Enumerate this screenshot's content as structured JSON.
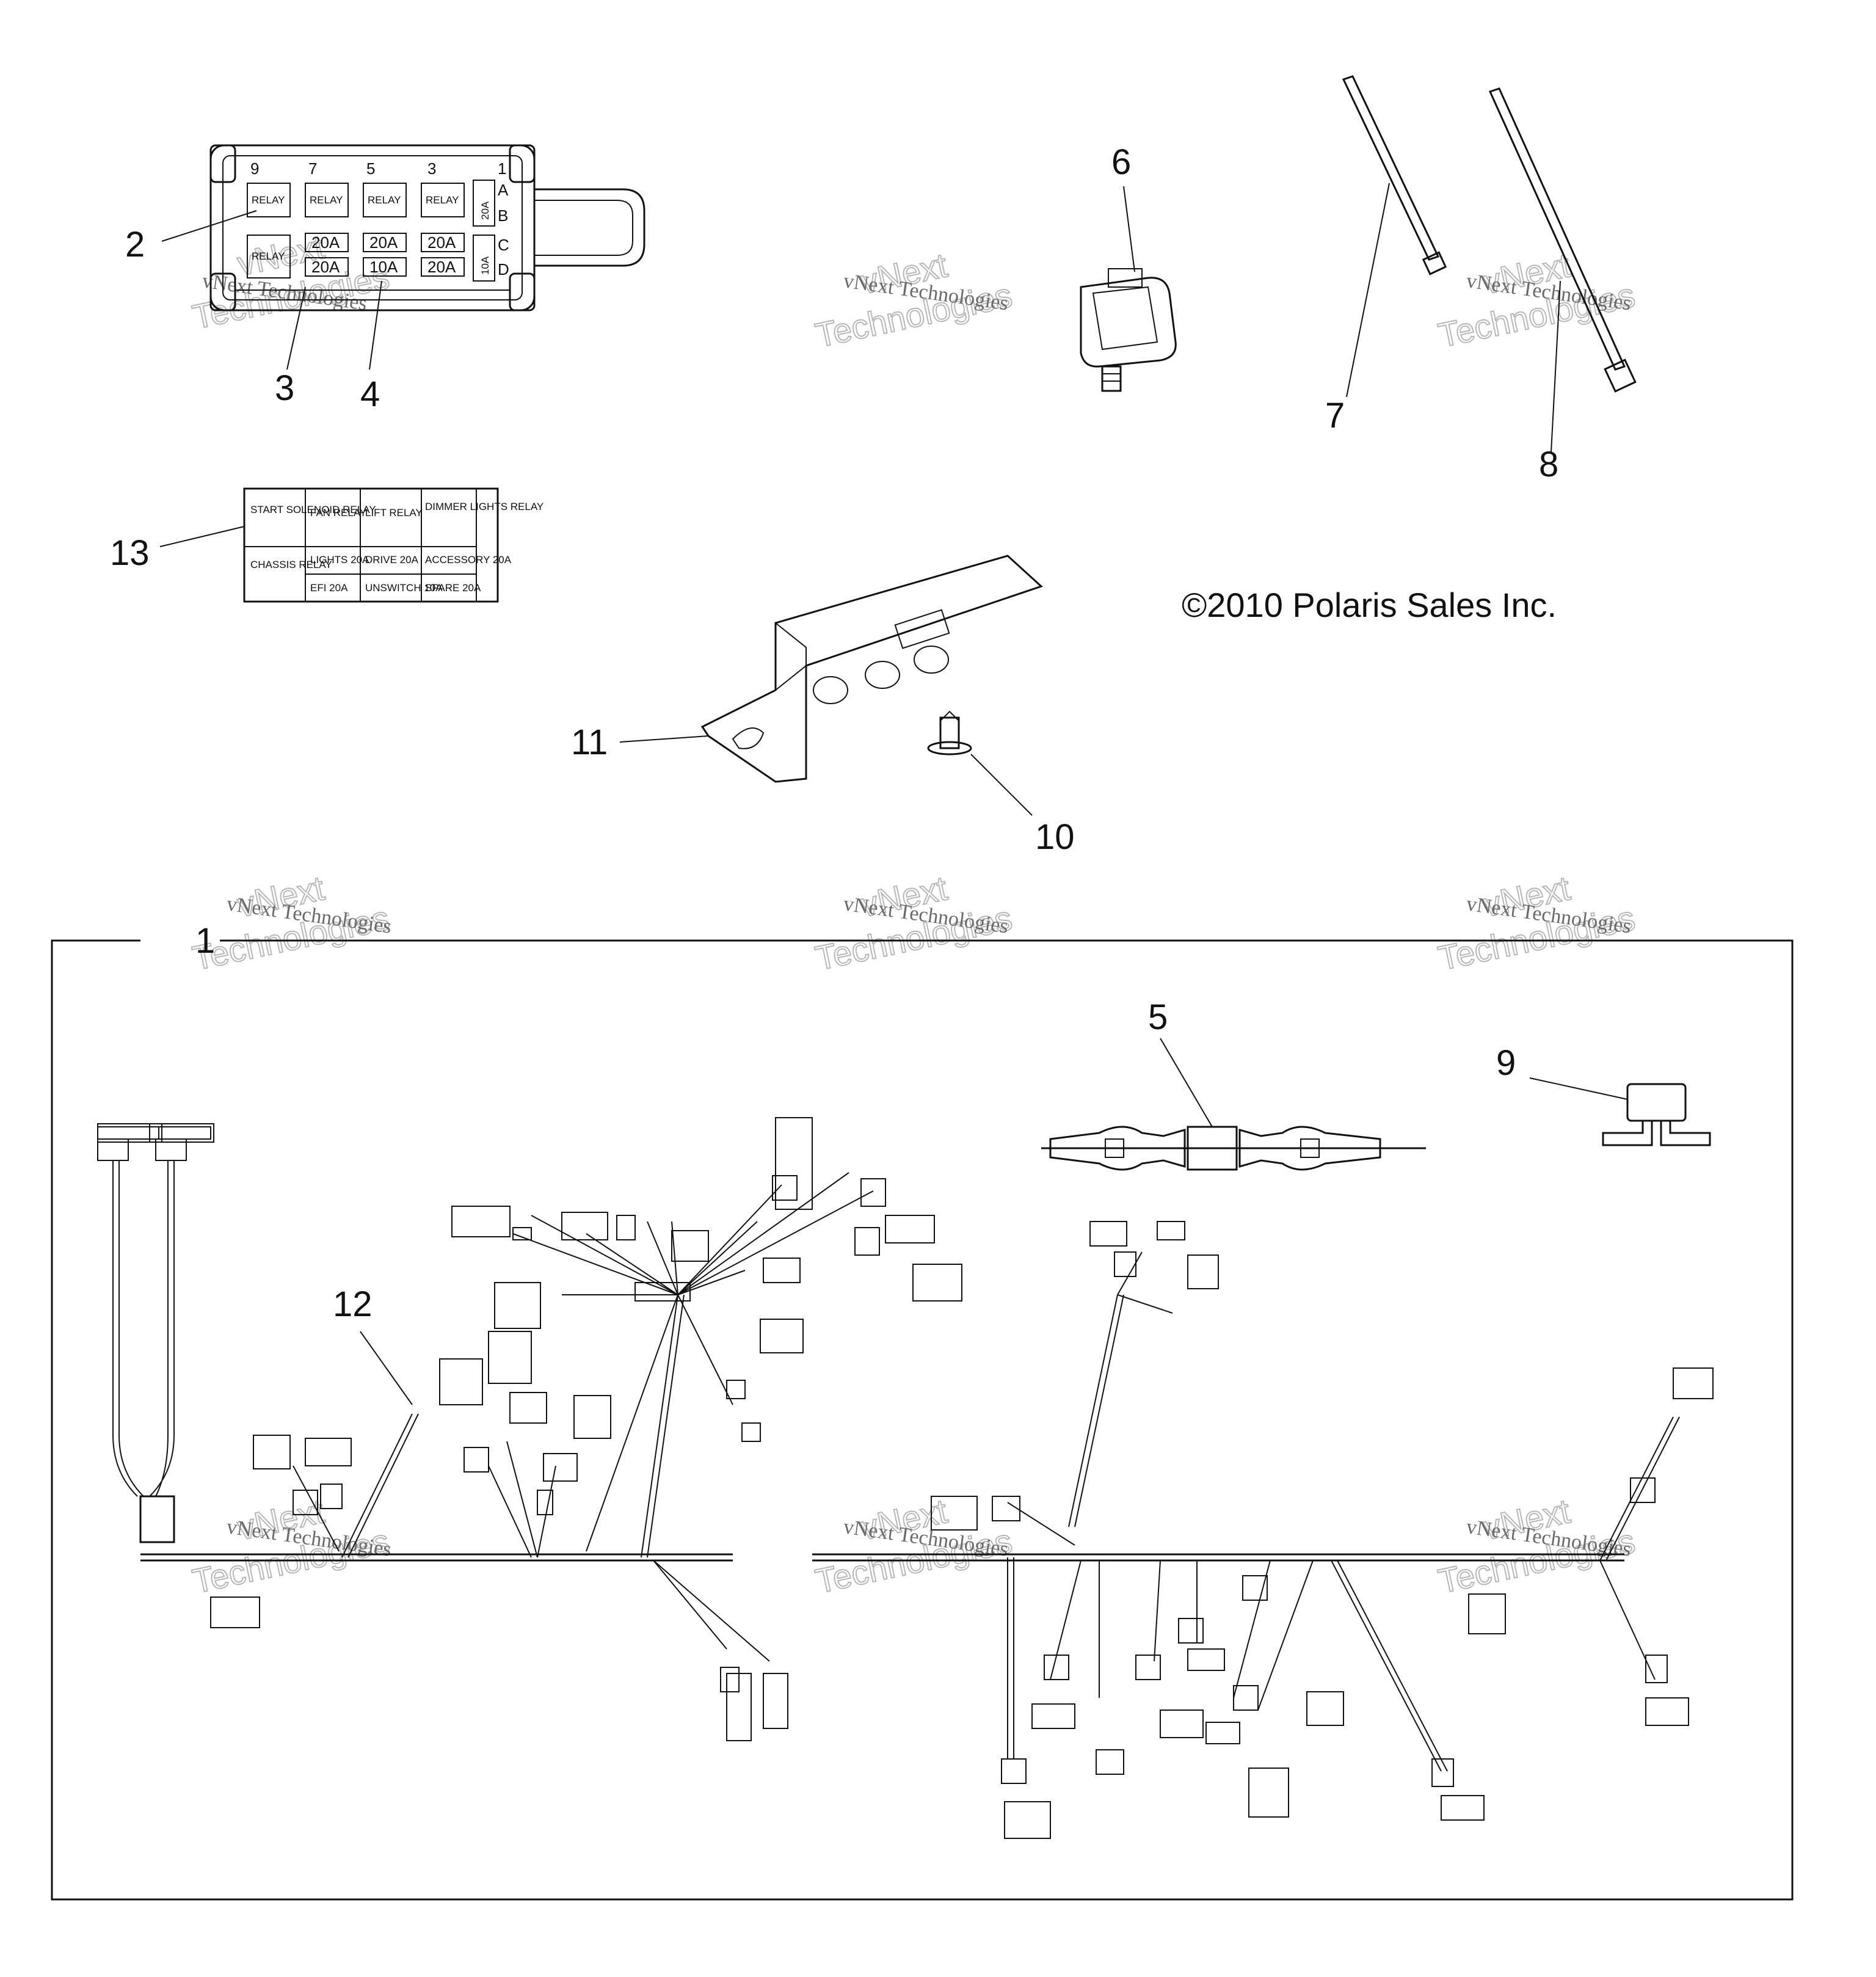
{
  "callouts": {
    "c1": "1",
    "c2": "2",
    "c3": "3",
    "c4": "4",
    "c5": "5",
    "c6": "6",
    "c7": "7",
    "c8": "8",
    "c9": "9",
    "c10": "10",
    "c11": "11",
    "c12": "12",
    "c13": "13"
  },
  "copyright": "©2010 Polaris Sales Inc.",
  "fuse_box": {
    "top_numbers": [
      "9",
      "7",
      "5",
      "3",
      "1"
    ],
    "side_letters": [
      "A",
      "B",
      "C",
      "D"
    ],
    "relay_label": "RELAY",
    "row1": [
      "RELAY",
      "RELAY",
      "RELAY",
      "RELAY"
    ],
    "row2": [
      "20A",
      "20A",
      "20A"
    ],
    "row3": [
      "20A",
      "10A",
      "20A"
    ],
    "side_fuse_1": "20A",
    "side_fuse_2": "10A",
    "lower_relay": "RELAY"
  },
  "decal": {
    "r1c1": "START SOLENOID RELAY",
    "r1c2": "FAN RELAY",
    "r1c3": "LIFT RELAY",
    "r1c4": "DIMMER LIGHTS RELAY",
    "r2c1": "CHASSIS RELAY",
    "r2c2": "LIGHTS 20A",
    "r2c3": "DRIVE 20A",
    "r2c4": "ACCESSORY 20A",
    "r3c2": "EFI 20A",
    "r3c3": "UNSWITCH 10A",
    "r3c4": "SPARE 20A"
  },
  "watermark": {
    "line1": "vNext Technologies",
    "line2": "vNext",
    "line3": "Technologies"
  }
}
